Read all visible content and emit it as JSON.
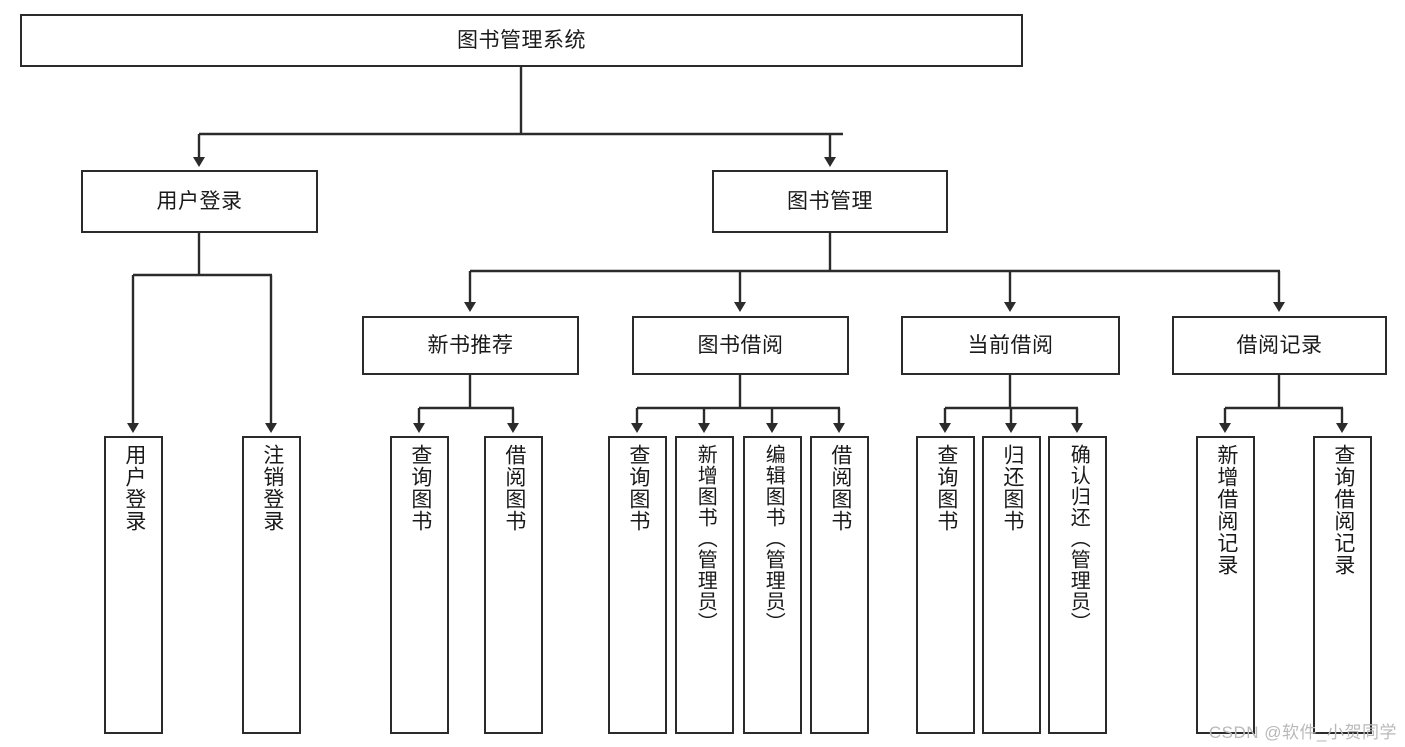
{
  "diagram": {
    "title": "图书管理系统",
    "type": "tree-hierarchy-diagram",
    "colors": {
      "box_border": "#2b2b2b",
      "box_fill": "#ffffff",
      "edge": "#2b2b2b",
      "text": "#1a1a1a",
      "watermark": "#b9b9b9",
      "background": "#ffffff"
    }
  },
  "root": {
    "label": "图书管理系统"
  },
  "level2": [
    {
      "label": "用户登录"
    },
    {
      "label": "图书管理"
    }
  ],
  "level3": [
    {
      "label": "新书推荐"
    },
    {
      "label": "图书借阅"
    },
    {
      "label": "当前借阅"
    },
    {
      "label": "借阅记录"
    }
  ],
  "leaves": {
    "user_login": [
      {
        "label": "用户登录"
      },
      {
        "label": "注销登录"
      }
    ],
    "new_book": [
      {
        "label": "查询图书"
      },
      {
        "label": "借阅图书"
      }
    ],
    "book_borrow": [
      {
        "label": "查询图书"
      },
      {
        "label": "新增图书（管理员）"
      },
      {
        "label": "编辑图书（管理员）"
      },
      {
        "label": "借阅图书"
      }
    ],
    "current_borrow": [
      {
        "label": "查询图书"
      },
      {
        "label": "归还图书"
      },
      {
        "label": "确认归还（管理员）"
      }
    ],
    "borrow_record": [
      {
        "label": "新增借阅记录"
      },
      {
        "label": "查询借阅记录"
      }
    ]
  },
  "watermark": {
    "text": "CSDN @软件_小贺同学"
  }
}
